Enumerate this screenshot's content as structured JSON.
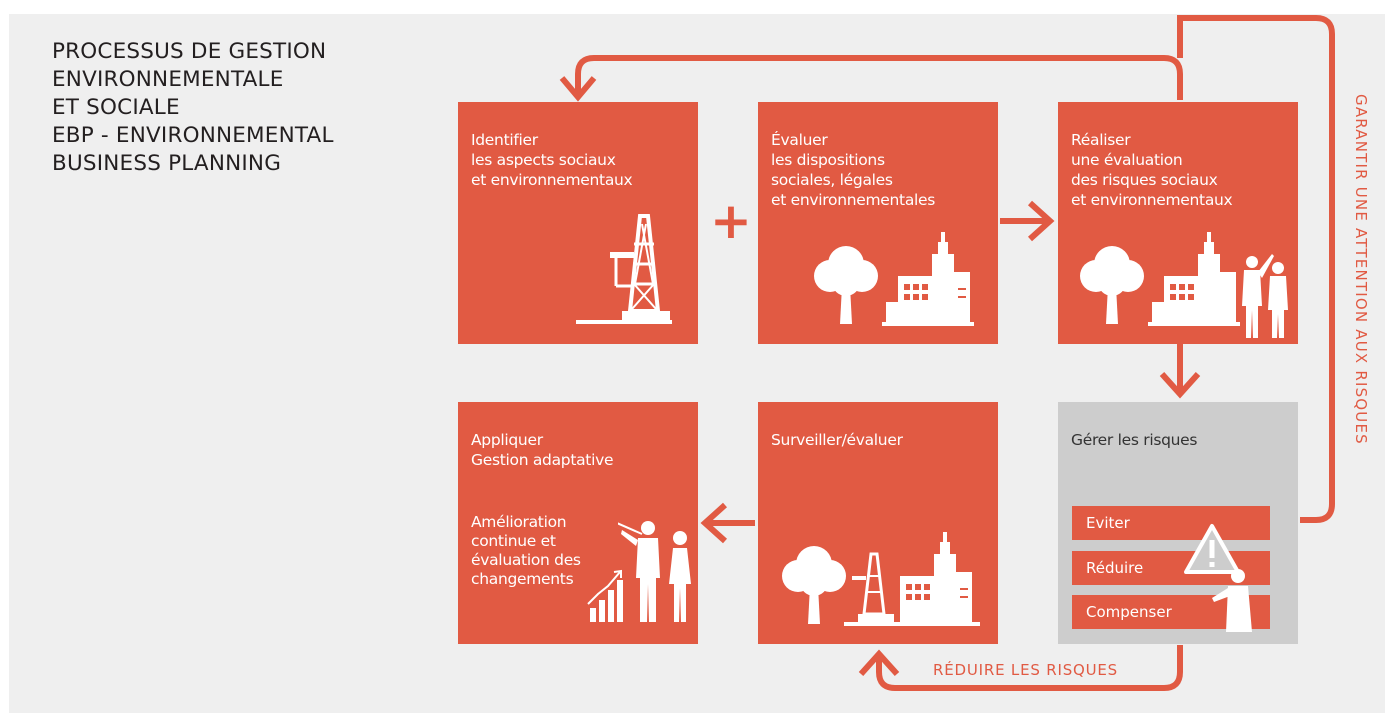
{
  "title": {
    "lines": [
      "PROCESSUS DE GESTION",
      "ENVIRONNEMENTALE",
      "ET SOCIALE",
      "EBP - ENVIRONNEMENTAL",
      "BUSINESS PLANNING"
    ]
  },
  "steps": {
    "identifier": {
      "lines": [
        "Identifier",
        "les aspects sociaux",
        "et environnementaux"
      ]
    },
    "evaluer": {
      "lines": [
        "Évaluer",
        "les dispositions",
        "sociales, légales",
        "et environnementales"
      ]
    },
    "realiser": {
      "lines": [
        "Réaliser",
        "une évaluation",
        "des risques sociaux",
        "et environnementaux"
      ]
    },
    "appliquer": {
      "lines": [
        "Appliquer",
        "Gestion adaptative"
      ],
      "sub_lines": [
        "Amélioration",
        "continue et",
        "évaluation des",
        "changements"
      ]
    },
    "surveiller": {
      "lines": [
        "Surveiller/évaluer"
      ]
    },
    "gerer": {
      "lines": [
        "Gérer les risques"
      ],
      "options": [
        "Eviter",
        "Réduire",
        "Compenser"
      ]
    }
  },
  "plus_sign": "+",
  "loop_label": "GARANTIR UNE ATTENTION AUX RISQUES",
  "reduce_label": "RÉDUIRE LES RISQUES",
  "icons": [
    "drilling-rig-icon",
    "tree-icon",
    "city-icon",
    "people-icon",
    "warning-icon",
    "growth-chart-icon"
  ],
  "colors": {
    "accent": "#e15a43",
    "gray_box": "#cdcdcd",
    "background": "#efefef",
    "title": "#231f20"
  }
}
